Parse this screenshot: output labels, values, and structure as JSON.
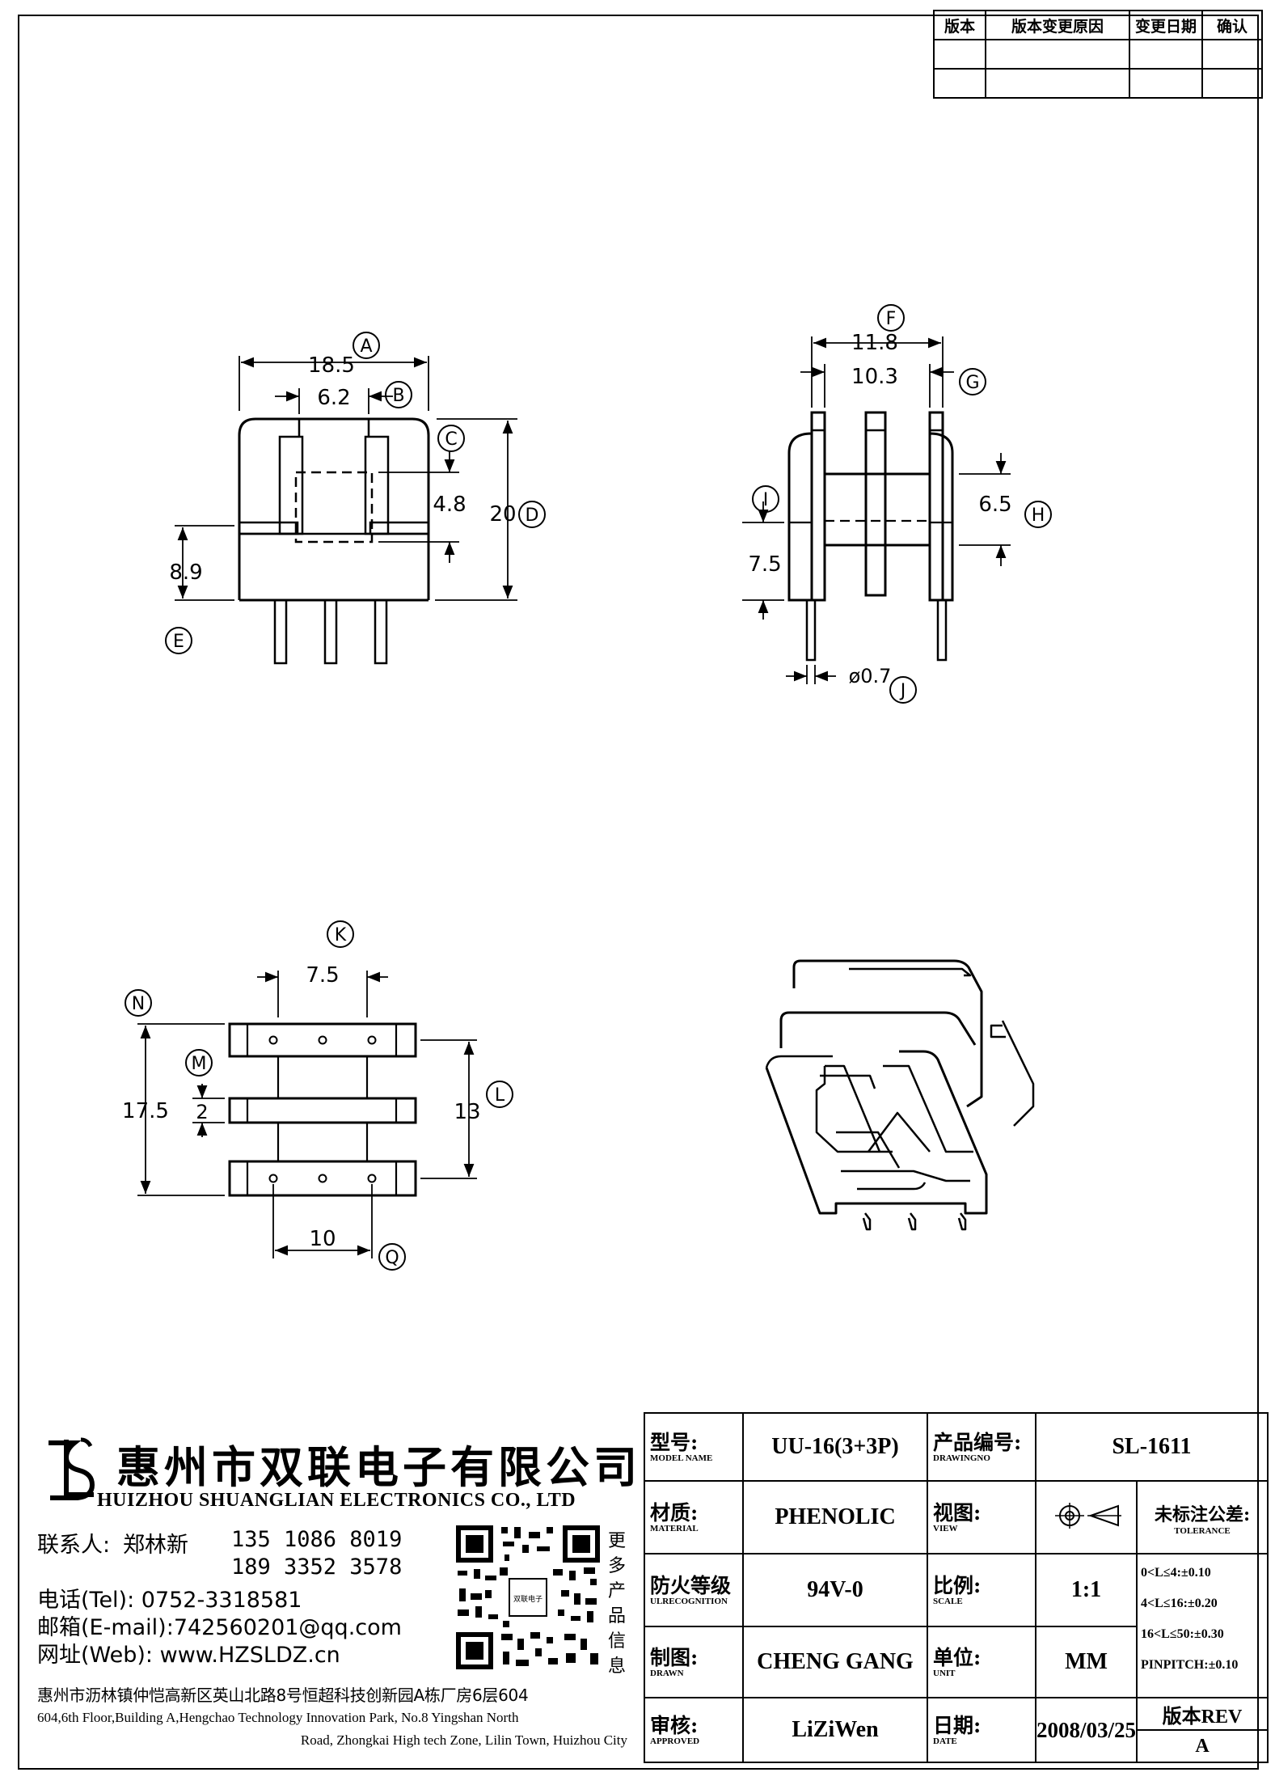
{
  "revision_table": {
    "headers": [
      "版本",
      "版本变更原因",
      "变更日期",
      "确认"
    ],
    "rows": [
      [
        "",
        "",
        "",
        ""
      ],
      [
        "",
        "",
        "",
        ""
      ]
    ]
  },
  "drawing": {
    "front_view": {
      "dims": {
        "A": "18.5",
        "B": "6.2",
        "C": "4.8",
        "D": "20",
        "E": "8.9"
      },
      "balloons": [
        "A",
        "B",
        "C",
        "D",
        "E"
      ]
    },
    "side_view": {
      "dims": {
        "F_outer": "11.8",
        "F_inner": "10.3",
        "H": "6.5",
        "I": "7.5",
        "J": "ø0.7"
      },
      "balloons": [
        "F",
        "G",
        "H",
        "I",
        "J"
      ]
    },
    "bottom_view": {
      "dims": {
        "K": "7.5",
        "N": "17.5",
        "M": "2",
        "L": "13",
        "Q": "10"
      },
      "balloons": [
        "K",
        "N",
        "M",
        "L",
        "Q"
      ]
    }
  },
  "company": {
    "logo_text": "SL",
    "name_cn": "惠州市双联电子有限公司",
    "name_en": "HUIZHOU SHUANGLIAN ELECTRONICS CO., LTD",
    "contact_label": "联系人:",
    "contact_name": "郑林新",
    "phone1": "135 1086 8019",
    "phone2": "189 3352 3578",
    "tel_line": "电话(Tel): 0752-3318581",
    "email_line": "邮箱(E-mail):742560201@qq.com",
    "web_line": "网址(Web): www.HZSLDZ.cn",
    "more_products": [
      "更",
      "多",
      "产",
      "品",
      "信",
      "息"
    ],
    "qr_caption": "双联电子",
    "address_cn": "惠州市沥林镇仲恺高新区英山北路8号恒超科技创新园A栋厂房6层604",
    "address_en_1": "604,6th Floor,Building A,Hengchao Technology Innovation Park, No.8 Yingshan North",
    "address_en_2": "Road, Zhongkai High tech Zone, Lilin Town, Huizhou City"
  },
  "title_block": {
    "model_label": "型号:",
    "model_sub": "MODEL NAME",
    "model_value": "UU-16(3+3P)",
    "drawingno_label": "产品编号:",
    "drawingno_sub": "DRAWINGNO",
    "drawingno_value": "SL-1611",
    "material_label": "材质:",
    "material_sub": "MATERIAL",
    "material_value": "PHENOLIC",
    "view_label": "视图:",
    "view_sub": "VIEW",
    "tolerance_label": "未标注公差:",
    "tolerance_sub": "TOLERANCE",
    "fire_label": "防火等级",
    "fire_sub": "ULRECOGNITION",
    "fire_value": "94V-0",
    "scale_label": "比例:",
    "scale_sub": "SCALE",
    "scale_value": "1:1",
    "drawn_label": "制图:",
    "drawn_sub": "DRAWN",
    "drawn_value": "CHENG GANG",
    "unit_label": "单位:",
    "unit_sub": "UNIT",
    "unit_value": "MM",
    "approved_label": "审核:",
    "approved_sub": "APPROVED",
    "approved_value": "LiZiWen",
    "date_label": "日期:",
    "date_sub": "DATE",
    "date_value": "2008/03/25",
    "rev_label": "版本REV",
    "rev_value": "A",
    "tolerances": [
      "0<L≤4:±0.10",
      "4<L≤16:±0.20",
      "16<L≤50:±0.30",
      "PINPITCH:±0.10"
    ]
  }
}
